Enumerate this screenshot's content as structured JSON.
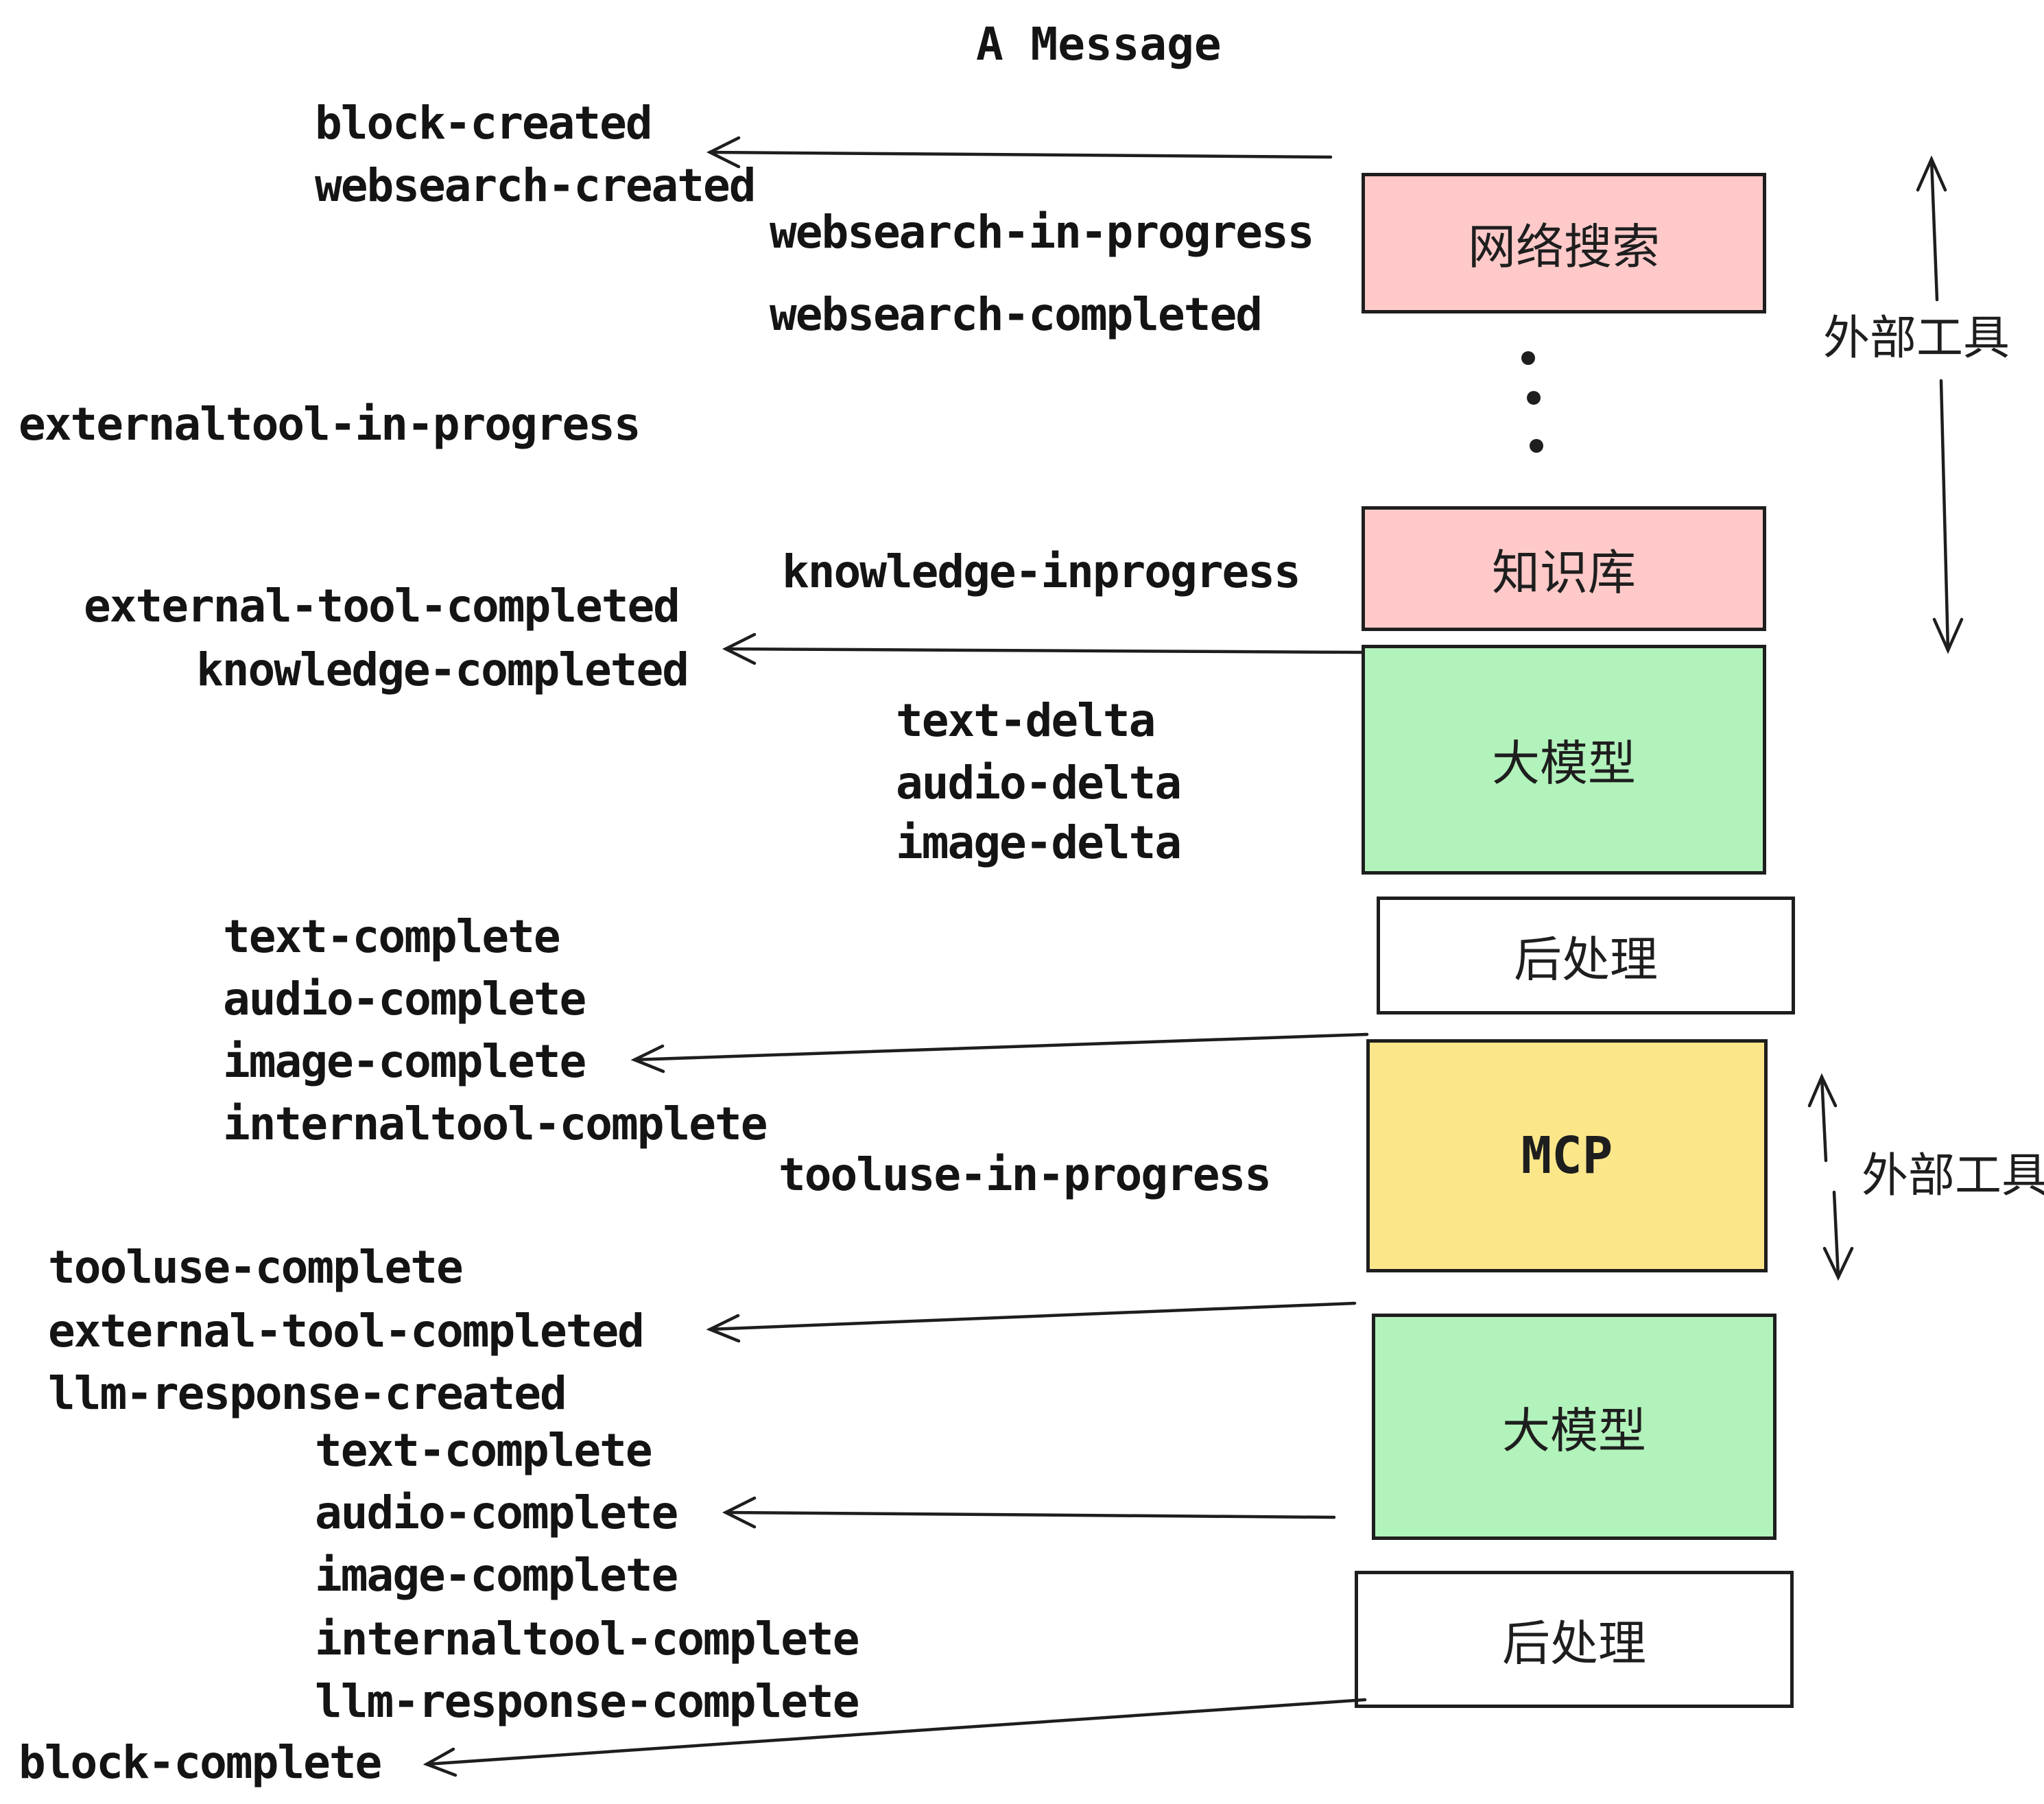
{
  "title": "A Message",
  "events": [
    {
      "id": "block-created",
      "label": "block-created"
    },
    {
      "id": "websearch-created",
      "label": "websearch-created"
    },
    {
      "id": "websearch-in-progress",
      "label": "websearch-in-progress"
    },
    {
      "id": "websearch-completed",
      "label": "websearch-completed"
    },
    {
      "id": "externaltool-in-progress",
      "label": "externaltool-in-progress"
    },
    {
      "id": "knowledge-inprogress",
      "label": "knowledge-inprogress"
    },
    {
      "id": "external-tool-completed",
      "label": "external-tool-completed"
    },
    {
      "id": "knowledge-completed",
      "label": "knowledge-completed"
    },
    {
      "id": "text-delta-1",
      "label": "text-delta"
    },
    {
      "id": "audio-delta-1",
      "label": "audio-delta"
    },
    {
      "id": "image-delta-1",
      "label": "image-delta"
    },
    {
      "id": "text-complete-1",
      "label": "text-complete"
    },
    {
      "id": "audio-complete-1",
      "label": "audio-complete"
    },
    {
      "id": "image-complete-1",
      "label": "image-complete"
    },
    {
      "id": "internaltool-complete-1",
      "label": "internaltool-complete"
    },
    {
      "id": "tooluse-in-progress",
      "label": "tooluse-in-progress"
    },
    {
      "id": "tooluse-complete",
      "label": "tooluse-complete"
    },
    {
      "id": "external-tool-completed-2",
      "label": "external-tool-completed"
    },
    {
      "id": "llm-response-created",
      "label": "llm-response-created"
    },
    {
      "id": "text-complete-2",
      "label": "text-complete"
    },
    {
      "id": "audio-complete-2",
      "label": "audio-complete"
    },
    {
      "id": "image-complete-2",
      "label": "image-complete"
    },
    {
      "id": "internaltool-complete-2",
      "label": "internaltool-complete"
    },
    {
      "id": "llm-response-complete",
      "label": "llm-response-complete"
    },
    {
      "id": "block-complete",
      "label": "block-complete"
    }
  ],
  "boxes": [
    {
      "id": "web-search",
      "label": "网络搜索",
      "color": "#ffc9c9"
    },
    {
      "id": "knowledge-base",
      "label": "知识库",
      "color": "#ffc9c9"
    },
    {
      "id": "llm-1",
      "label": "大模型",
      "color": "#b2f2bb"
    },
    {
      "id": "post-process-1",
      "label": "后处理",
      "color": "#ffffff"
    },
    {
      "id": "mcp",
      "label": "MCP",
      "color": "#fbe78a"
    },
    {
      "id": "llm-2",
      "label": "大模型",
      "color": "#b2f2bb"
    },
    {
      "id": "post-process-2",
      "label": "后处理",
      "color": "#ffffff"
    }
  ],
  "side_annotations": [
    {
      "id": "external-tools-top",
      "label": "外部工具"
    },
    {
      "id": "external-tools-bottom",
      "label": "外部工具"
    }
  ],
  "colors": {
    "background": "#ffffff",
    "stroke": "#1e1e1e",
    "text": "#141414",
    "pink": "#ffc9c9",
    "green": "#b2f2bb",
    "yellow": "#fbe78a"
  }
}
